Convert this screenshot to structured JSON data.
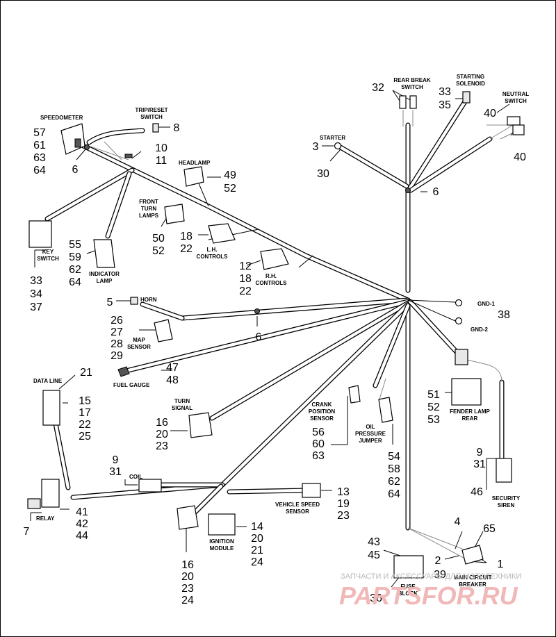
{
  "labels": {
    "rear_brake_switch": [
      "REAR BREAK",
      "SWITCH"
    ],
    "starting_solenoid": [
      "STARTING",
      "SOLENOID"
    ],
    "neutral_switch": [
      "NEUTRAL",
      "SWITCH"
    ],
    "starter": "STARTER",
    "speedometer": "SPEEDOMETER",
    "trip_reset_switch": [
      "TRIP/RESET",
      "SWITCH"
    ],
    "headlamp": "HEADLAMP",
    "front_turn_lamps": [
      "FRONT",
      "TURN",
      "LAMPS"
    ],
    "lh_controls": [
      "L.H.",
      "CONTROLS"
    ],
    "rh_controls": [
      "R.H.",
      "CONTROLS"
    ],
    "key_switch": [
      "KEY",
      "SWITCH"
    ],
    "indicator_lamp": [
      "INDICATOR",
      "LAMP"
    ],
    "horn": "HORN",
    "gnd1": "GND-1",
    "gnd2": "GND-2",
    "map_sensor": [
      "MAP",
      "SENSOR"
    ],
    "fuel_gauge": "FUEL GAUGE",
    "data_line": "DATA LINE",
    "turn_signal": [
      "TURN",
      "SIGNAL"
    ],
    "crank_position_sensor": [
      "CRANK",
      "POSITION",
      "SENSOR"
    ],
    "oil_pressure_jumper": [
      "OIL",
      "PRESSURE",
      "JUMPER"
    ],
    "fender_lamp_rear": [
      "FENDER LAMP",
      "REAR"
    ],
    "coil": "COIL",
    "security_siren": [
      "SECURITY",
      "SIREN"
    ],
    "vehicle_speed_sensor": [
      "VEHICLE SPEED",
      "SENSOR"
    ],
    "relay": "RELAY",
    "ignition_module": [
      "IGNITION",
      "MODULE"
    ],
    "fuse_block": [
      "FUSE",
      "BLOCK"
    ],
    "main_circuit_breaker": [
      "MAIN CIRCUIT",
      "BREAKER"
    ]
  },
  "numbers": {
    "rear_brake": [
      "32"
    ],
    "solenoid": [
      "33",
      "35"
    ],
    "neutral_top": [
      "40"
    ],
    "neutral_bottom": [
      "40"
    ],
    "starter": [
      "3"
    ],
    "starter_sub": [
      "30"
    ],
    "junction_top": [
      "6"
    ],
    "speedometer": [
      "57",
      "61",
      "63",
      "64"
    ],
    "speedo_clip": [
      "6"
    ],
    "trip_reset": [
      "8"
    ],
    "trip_wire": [
      "10",
      "11"
    ],
    "headlamp": [
      "49",
      "52"
    ],
    "front_turn": [
      "50",
      "52"
    ],
    "lh_controls": [
      "18",
      "22"
    ],
    "rh_controls": [
      "12",
      "18",
      "22"
    ],
    "key_switch": [
      "33",
      "34",
      "37"
    ],
    "indicator_lamp": [
      "55",
      "59",
      "62",
      "64"
    ],
    "horn": [
      "5"
    ],
    "gnd": [
      "38"
    ],
    "map_sensor": [
      "26",
      "27",
      "28",
      "29"
    ],
    "mid_clip": [
      "6"
    ],
    "fuel_gauge": [
      "47",
      "48"
    ],
    "data_line": [
      "21"
    ],
    "data_conn": [
      "15",
      "17",
      "22",
      "25"
    ],
    "turn_signal": [
      "16",
      "20",
      "23"
    ],
    "crank": [
      "56",
      "60",
      "63"
    ],
    "oil": [
      "54",
      "58",
      "62",
      "64"
    ],
    "fender": [
      "51",
      "52",
      "53"
    ],
    "coil": [
      "9",
      "31"
    ],
    "siren_top": [
      "9",
      "31"
    ],
    "siren": [
      "46"
    ],
    "vss": [
      "13",
      "19",
      "23"
    ],
    "relay_side": [
      "41",
      "42",
      "44"
    ],
    "relay": [
      "7"
    ],
    "ignition": [
      "14",
      "20",
      "21",
      "24"
    ],
    "turn_lower": [
      "16",
      "20",
      "23",
      "24"
    ],
    "fuse_top": [
      "43",
      "45"
    ],
    "fuse_bottom": [
      "36"
    ],
    "breaker_4": [
      "4"
    ],
    "breaker_65": [
      "65"
    ],
    "breaker_2": [
      "2"
    ],
    "breaker_39": [
      "39"
    ],
    "breaker_1": [
      "1"
    ]
  },
  "watermark": {
    "line1": "ЗАПЧАСТИ И АКСЕССУАРЫ ДЛЯ МОТОТЕХНИКИ",
    "line2": "PARTSFOR.RU"
  }
}
